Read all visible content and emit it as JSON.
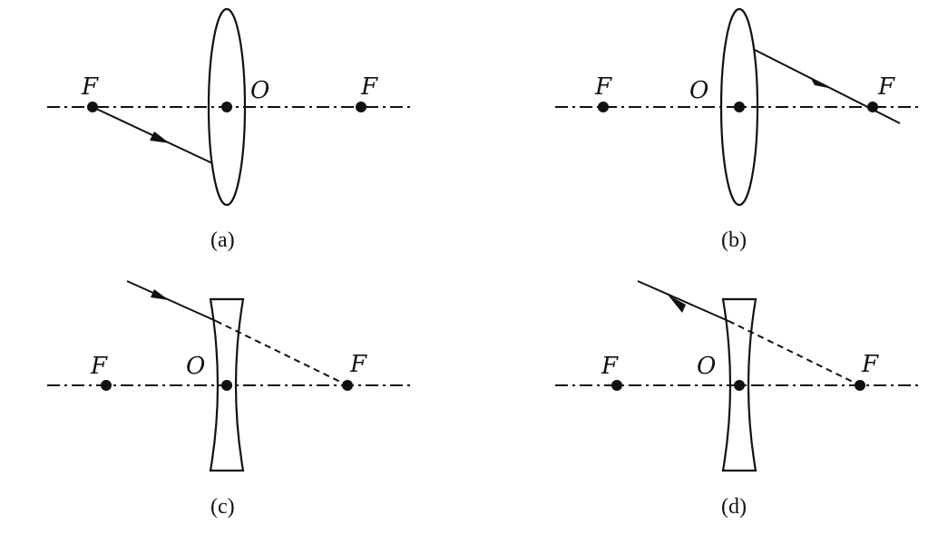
{
  "labels": {
    "focus": "F",
    "center": "O"
  },
  "panels": [
    {
      "caption": "(a)",
      "lens": "convex",
      "ray": "through near focus to lens"
    },
    {
      "caption": "(b)",
      "lens": "convex",
      "ray": "from lens through far focus"
    },
    {
      "caption": "(c)",
      "lens": "concave",
      "ray": "toward far focus, extension dashed"
    },
    {
      "caption": "(d)",
      "lens": "concave",
      "ray": "toward far focus, extension dashed"
    }
  ]
}
